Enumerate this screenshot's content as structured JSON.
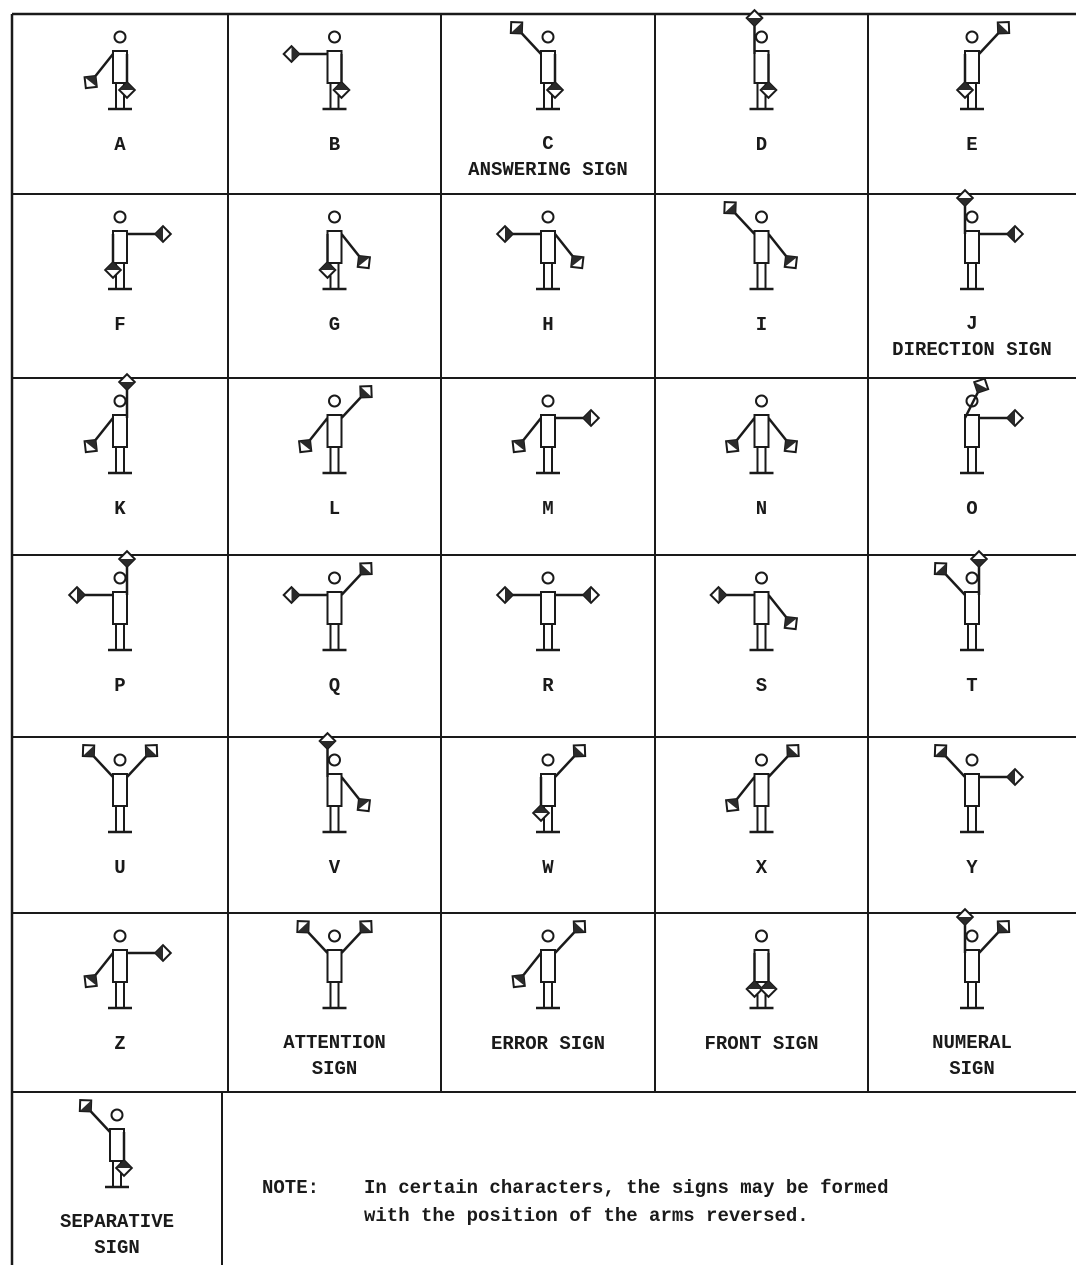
{
  "cells": [
    {
      "label": "A",
      "sublabel": "",
      "left_arm": "down-low",
      "right_arm": "down"
    },
    {
      "label": "B",
      "sublabel": "",
      "left_arm": "out",
      "right_arm": "down"
    },
    {
      "label": "C",
      "sublabel": "ANSWERING SIGN",
      "left_arm": "up-diag",
      "right_arm": "down"
    },
    {
      "label": "D",
      "sublabel": "",
      "left_arm": "up",
      "right_arm": "down"
    },
    {
      "label": "E",
      "sublabel": "",
      "left_arm": "down",
      "right_arm": "up-diag"
    },
    {
      "label": "F",
      "sublabel": "",
      "left_arm": "down",
      "right_arm": "out"
    },
    {
      "label": "G",
      "sublabel": "",
      "left_arm": "down",
      "right_arm": "down-low"
    },
    {
      "label": "H",
      "sublabel": "",
      "left_arm": "out",
      "right_arm": "down-low"
    },
    {
      "label": "I",
      "sublabel": "",
      "left_arm": "up-diag",
      "right_arm": "down-low"
    },
    {
      "label": "J",
      "sublabel": "DIRECTION SIGN",
      "left_arm": "up",
      "right_arm": "out"
    },
    {
      "label": "K",
      "sublabel": "",
      "left_arm": "down-low",
      "right_arm": "up"
    },
    {
      "label": "L",
      "sublabel": "",
      "left_arm": "down-low",
      "right_arm": "up-diag"
    },
    {
      "label": "M",
      "sublabel": "",
      "left_arm": "down-low",
      "right_arm": "out"
    },
    {
      "label": "N",
      "sublabel": "",
      "left_arm": "down-low",
      "right_arm": "down-low"
    },
    {
      "label": "O",
      "sublabel": "",
      "left_arm": "up-diag-cross",
      "right_arm": "out"
    },
    {
      "label": "P",
      "sublabel": "",
      "left_arm": "out",
      "right_arm": "up"
    },
    {
      "label": "Q",
      "sublabel": "",
      "left_arm": "out",
      "right_arm": "up-diag"
    },
    {
      "label": "R",
      "sublabel": "",
      "left_arm": "out",
      "right_arm": "out"
    },
    {
      "label": "S",
      "sublabel": "",
      "left_arm": "out",
      "right_arm": "down-low"
    },
    {
      "label": "T",
      "sublabel": "",
      "left_arm": "up-diag",
      "right_arm": "up"
    },
    {
      "label": "U",
      "sublabel": "",
      "left_arm": "up-diag",
      "right_arm": "up-diag"
    },
    {
      "label": "V",
      "sublabel": "",
      "left_arm": "up",
      "right_arm": "down-low"
    },
    {
      "label": "W",
      "sublabel": "",
      "left_arm": "down",
      "right_arm": "up-diag"
    },
    {
      "label": "X",
      "sublabel": "",
      "left_arm": "down-low",
      "right_arm": "up-diag"
    },
    {
      "label": "Y",
      "sublabel": "",
      "left_arm": "up-diag",
      "right_arm": "out"
    },
    {
      "label": "Z",
      "sublabel": "",
      "left_arm": "down-low",
      "right_arm": "out"
    },
    {
      "label": "ATTENTION",
      "sublabel": "SIGN",
      "left_arm": "up-diag",
      "right_arm": "up-diag"
    },
    {
      "label": "ERROR SIGN",
      "sublabel": "",
      "left_arm": "down-low",
      "right_arm": "up-diag"
    },
    {
      "label": "FRONT SIGN",
      "sublabel": "",
      "left_arm": "down",
      "right_arm": "down"
    },
    {
      "label": "NUMERAL",
      "sublabel": "SIGN",
      "left_arm": "up",
      "right_arm": "up-diag"
    },
    {
      "label": "SEPARATIVE",
      "sublabel": "SIGN",
      "left_arm": "up-diag",
      "right_arm": "down"
    }
  ],
  "note": {
    "prefix": "NOTE:",
    "line1": "In certain characters, the signs may be formed",
    "line2": "with the position of the arms reversed."
  },
  "colors": {
    "ink": "#1a1a1a",
    "paper": "#ffffff",
    "flag_fill": "#2a2a2a"
  }
}
